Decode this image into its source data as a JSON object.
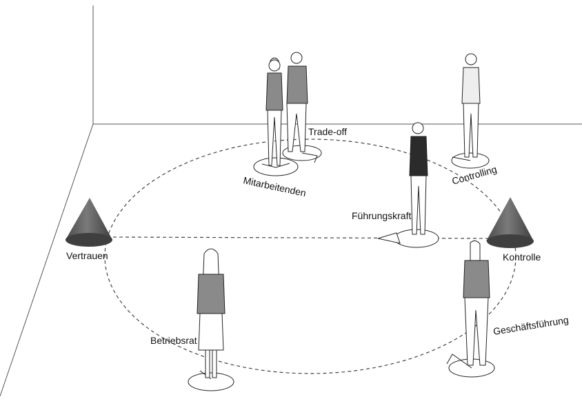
{
  "labels": {
    "trade_off": "Trade-off",
    "mitarbeitenden": "Mitarbeitenden",
    "controlling": "Controlling",
    "fuehrungskraft": "Führungskraft",
    "vertrauen": "Vertrauen",
    "kontrolle": "Kontrolle",
    "betriebsrat": "Betriebsrat",
    "geschaeftsfuehrung": "Geschäftsführung"
  },
  "colors": {
    "cone": "#5c5c5c",
    "shirt_grey": "#8a8a8a",
    "shirt_dark": "#2b2b2b",
    "line": "#444444"
  }
}
